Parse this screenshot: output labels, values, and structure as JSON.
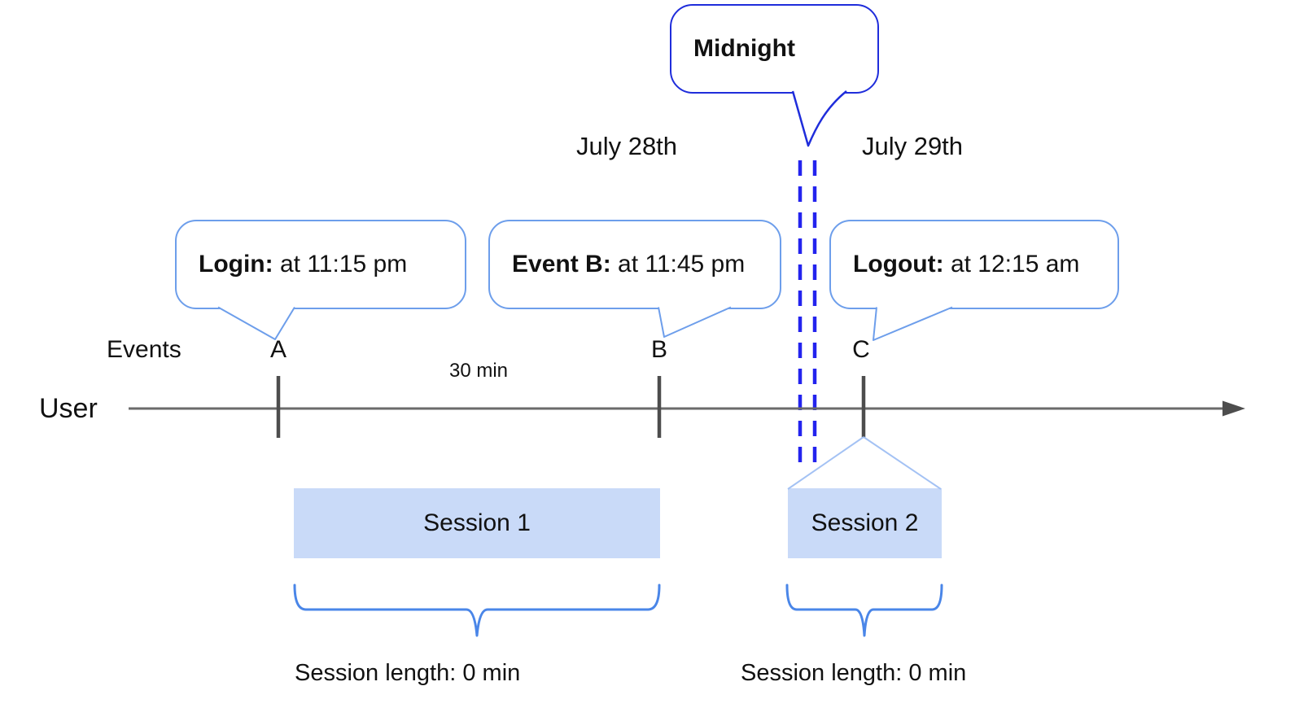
{
  "midnight": {
    "label": "Midnight"
  },
  "dates": {
    "left": "July 28th",
    "right": "July 29th"
  },
  "bubbles": [
    {
      "bold": "Login:",
      "rest": " at 11:15 pm"
    },
    {
      "bold": "Event B:",
      "rest": " at 11:45 pm"
    },
    {
      "bold": "Logout:",
      "rest": " at 12:15 am"
    }
  ],
  "timeline": {
    "events_label": "Events",
    "user_label": "User",
    "markers": [
      "A",
      "B",
      "C"
    ],
    "interval_label": "30 min"
  },
  "sessions": [
    {
      "label": "Session 1",
      "length_label": "Session length: 0 min"
    },
    {
      "label": "Session 2",
      "length_label": "Session length: 0 min"
    }
  ],
  "colors": {
    "midnight_border": "#1f2ddb",
    "bubble_border": "#6d9eeb",
    "dashed_line": "#2323ee",
    "session_fill": "#c9daf8",
    "connector": "#a4c2f4",
    "brace": "#4a86e8",
    "axis": "#6b6b6b",
    "axis_dark": "#4d4d4d"
  }
}
